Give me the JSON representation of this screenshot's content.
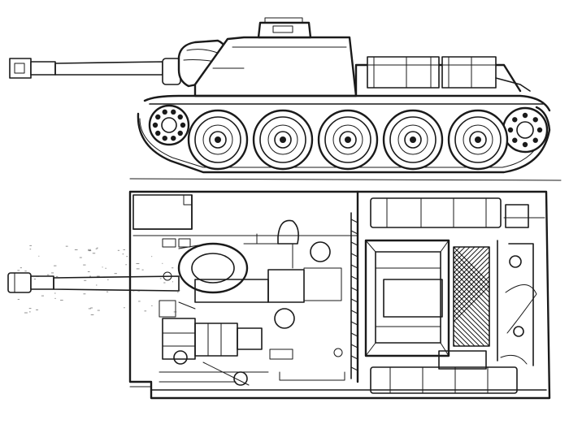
{
  "colors": {
    "ink": "#1a1a1a",
    "paper": "#ffffff",
    "hatch": "#3a3a3a"
  },
  "views": [
    {
      "id": "side-elevation"
    },
    {
      "id": "top-section-plan"
    }
  ],
  "road_wheels_per_side": 5,
  "labels": []
}
